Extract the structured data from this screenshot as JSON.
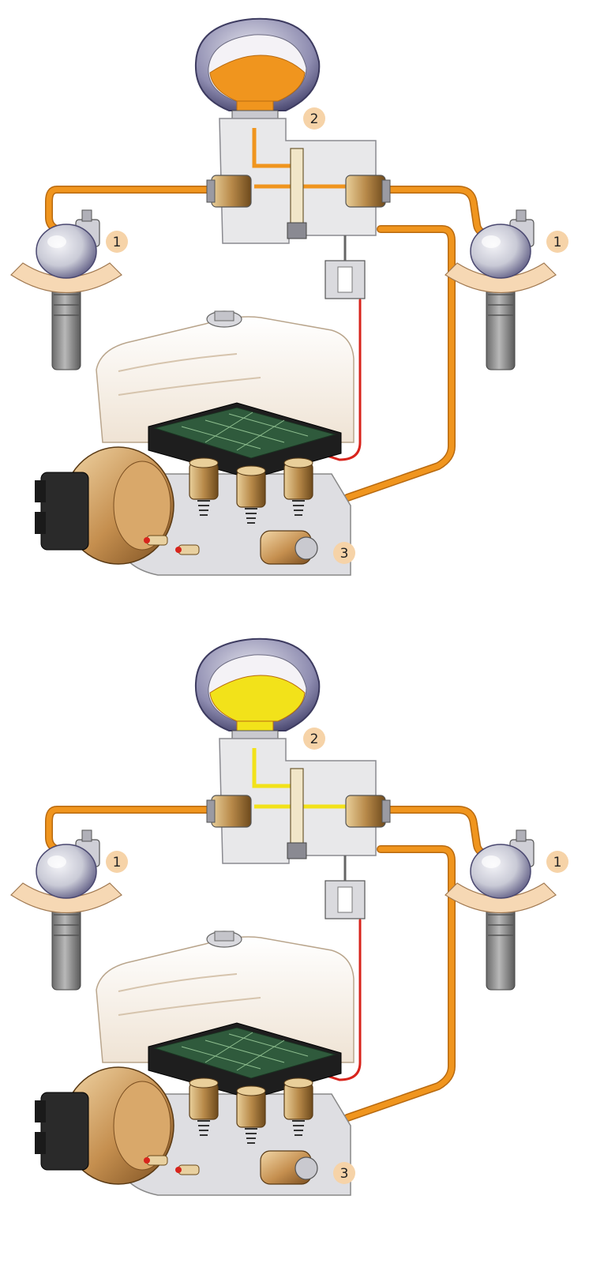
{
  "colors": {
    "pressure_line": "#f0951e",
    "pressure_line_dark": "#b86a10",
    "accumulator_fluid_top": "#f0951e",
    "accumulator_fluid_bottom": "#f2e21a",
    "signal_wire": "#d8241c",
    "sphere_grey": "#c9cad6",
    "sphere_dark": "#6d6b8f",
    "block_grey": "#e8e8ea",
    "reservoir": "#f7efe6",
    "circuit_board": "#2f5a3c",
    "solenoid_brass": "#b88a4a",
    "pump_body": "#c58f4f",
    "callout_badge": "#f6d3a8"
  },
  "panels": [
    {
      "id": "top",
      "accumulator_fluid_key": "accumulator_fluid_top",
      "labels": {
        "left_sphere": "1",
        "accumulator": "2",
        "pump_unit": "3",
        "right_sphere": "1"
      }
    },
    {
      "id": "bottom",
      "accumulator_fluid_key": "accumulator_fluid_bottom",
      "labels": {
        "left_sphere": "1",
        "accumulator": "2",
        "pump_unit": "3",
        "right_sphere": "1"
      }
    }
  ]
}
